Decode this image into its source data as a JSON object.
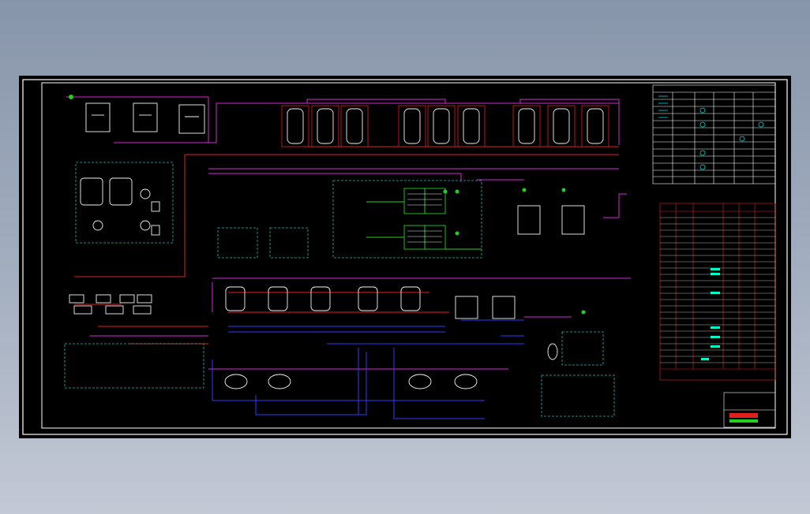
{
  "viewer": {
    "background": "#000000"
  },
  "colors": {
    "frame": "#ffffff",
    "process_line": "#d42ad4",
    "feed_line": "#e02020",
    "return_line": "#2e3cff",
    "dashed_box": "#1fb8b8",
    "equipment": "#f2f2f2",
    "valve": "#22d022",
    "table_text": "#00d8d8",
    "table_grid": "#e02020",
    "table_highlight": "#00ffc8"
  },
  "drawing": {
    "legend_table": {
      "rows": 14,
      "cols": 10
    },
    "equipment_table": {
      "rows": 26,
      "cols": 6
    },
    "title_block": {
      "rows": 3
    }
  }
}
